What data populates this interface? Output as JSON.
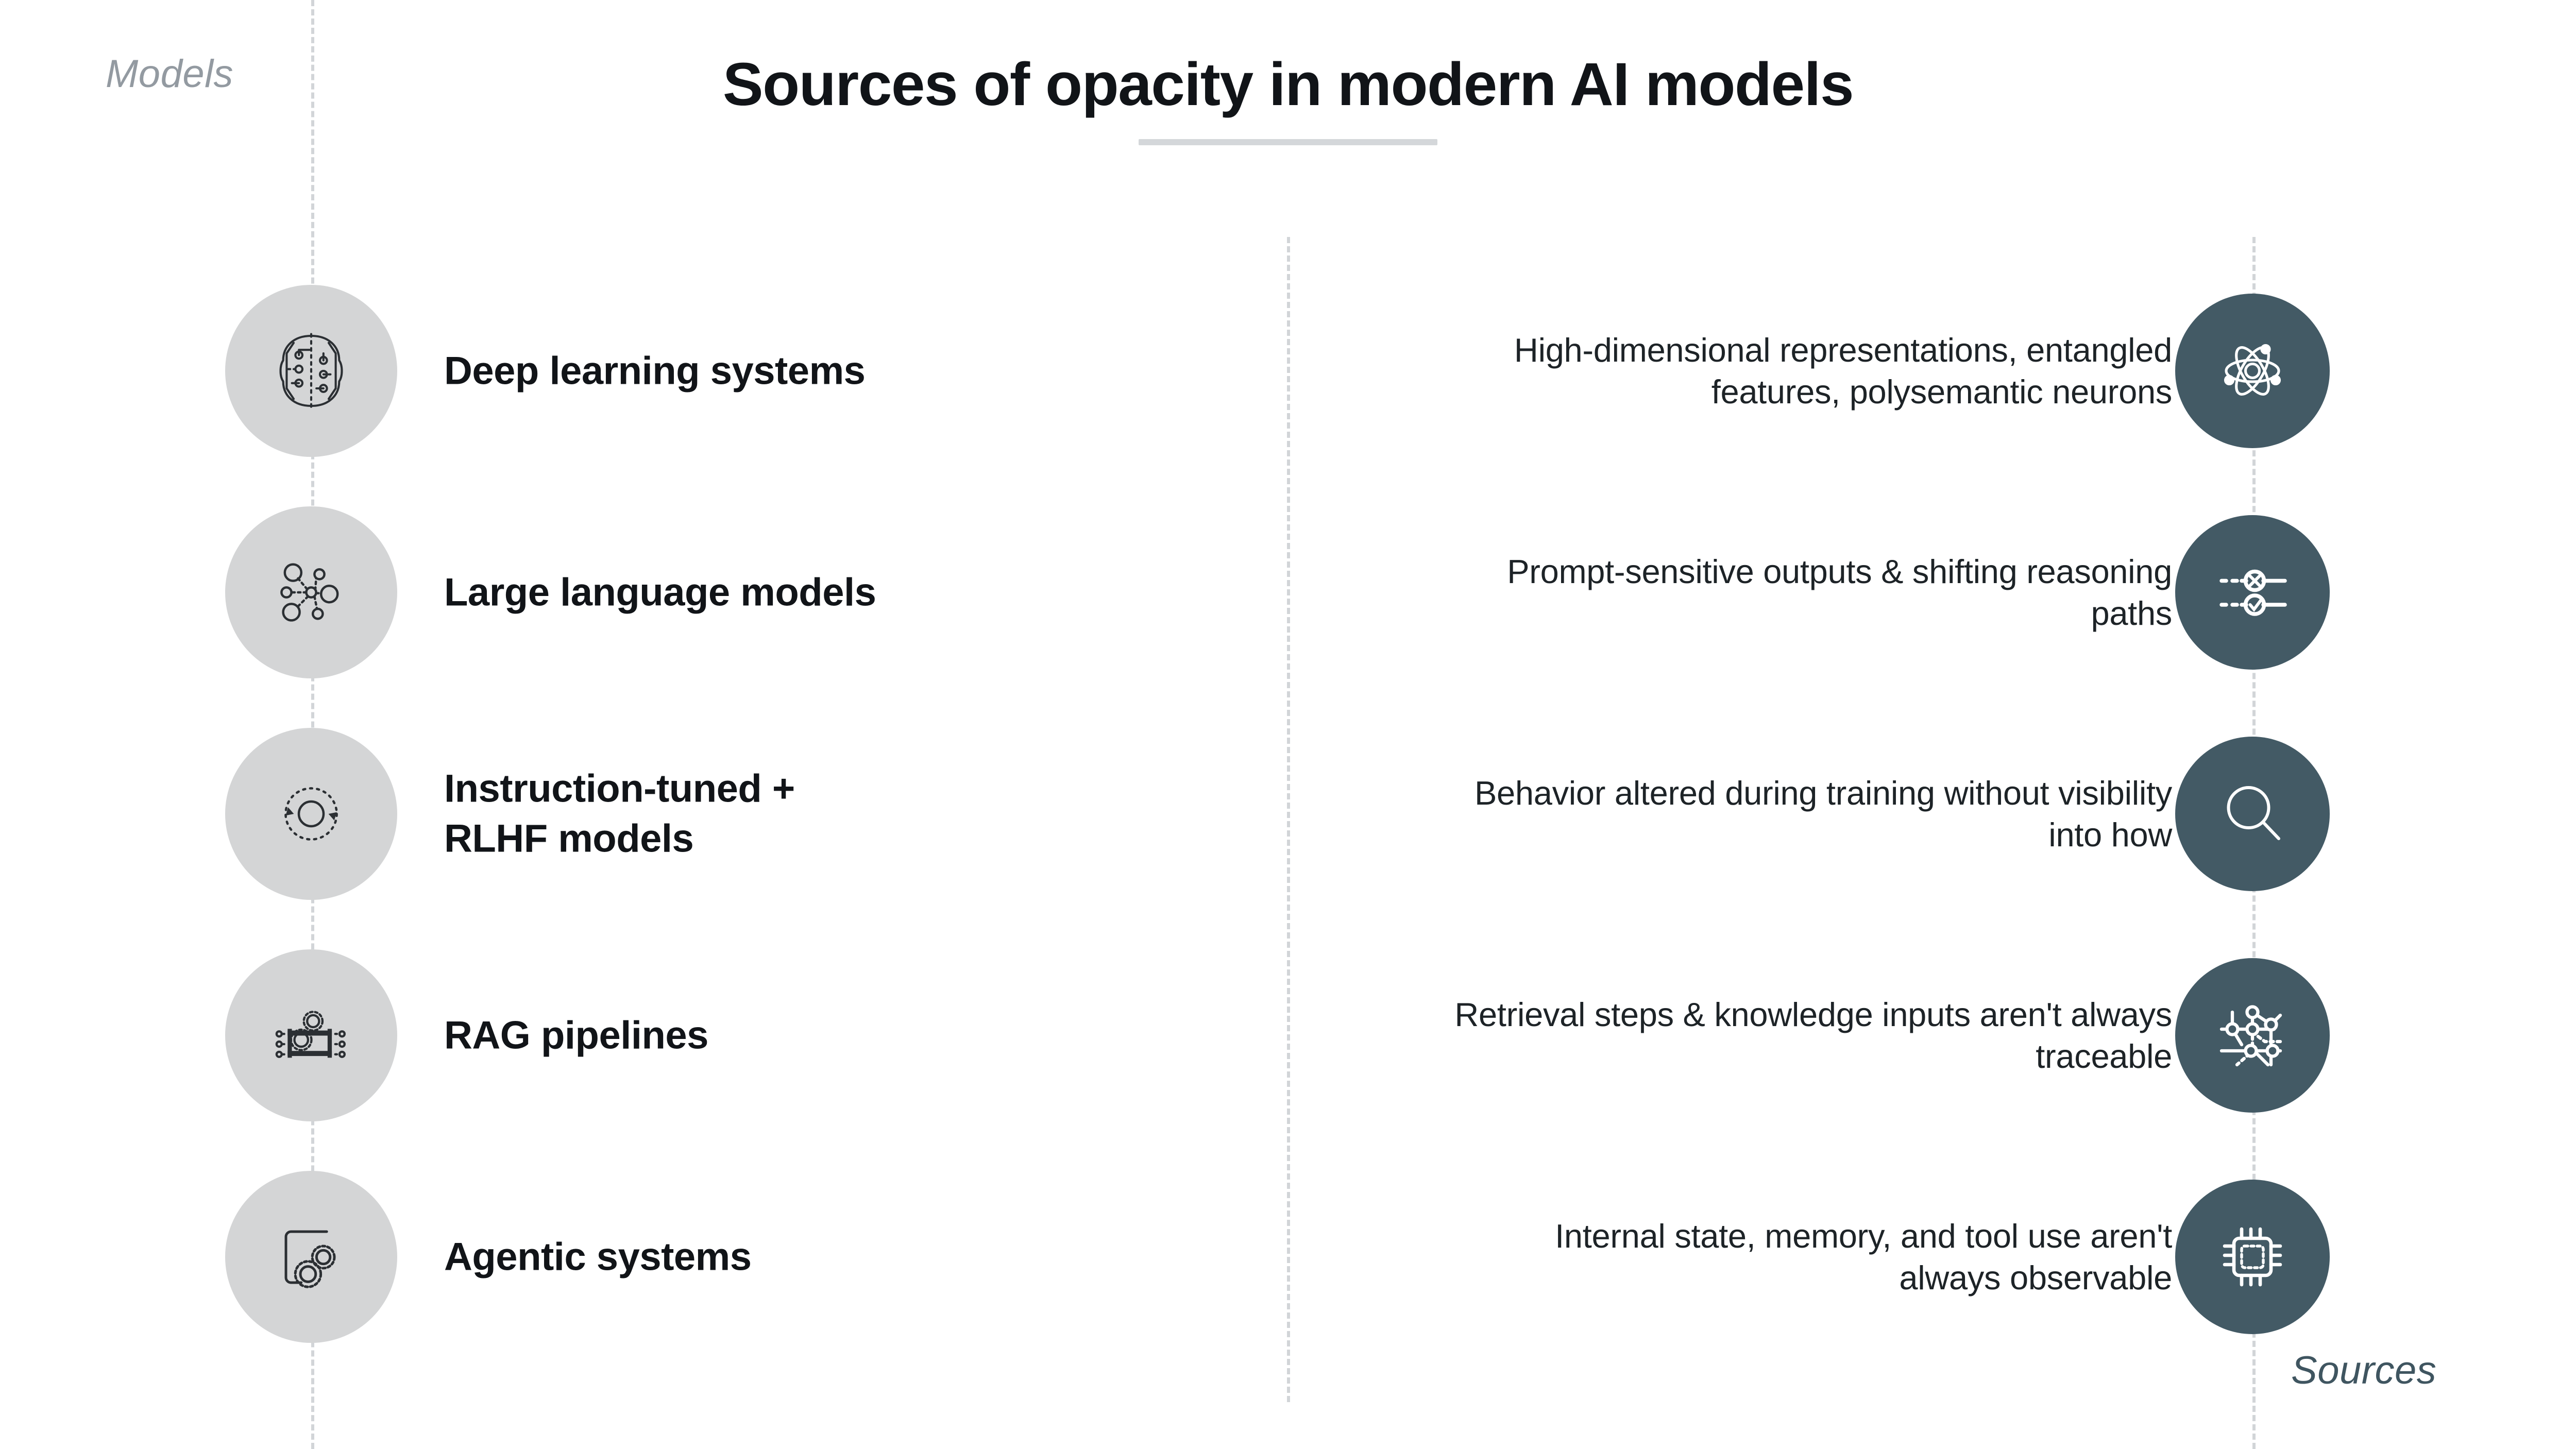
{
  "title": "Sources of opacity in modern AI models",
  "captions": {
    "left_axis": "Models",
    "right_axis": "Sources"
  },
  "colors": {
    "title_text": "#111418",
    "left_node_bg": "#d4d5d6",
    "right_node_bg": "#435a65",
    "right_node_icon": "#ffffff",
    "left_node_icon": "#2b2f33",
    "rail_dash": "#d2d5d8",
    "left_caption_text": "#939aa1",
    "right_caption_text": "#3f5560",
    "description_text": "#1d2327",
    "title_underline": "#d4d7da"
  },
  "rows": [
    {
      "model": "Deep learning systems",
      "model_icon": "brain-circuit-icon",
      "source": "High-dimensional representations, entangled features, polysemantic neurons",
      "source_icon": "atom-icon"
    },
    {
      "model": "Large language models",
      "model_icon": "node-cluster-icon",
      "source": "Prompt-sensitive outputs & shifting reasoning paths",
      "source_icon": "branching-paths-icon"
    },
    {
      "model": "Instruction-tuned +\nRLHF models",
      "model_icon": "feedback-loop-icon",
      "source": "Behavior altered during training without visibility into how",
      "source_icon": "magnifier-icon"
    },
    {
      "model": "RAG pipelines",
      "model_icon": "conveyor-gears-icon",
      "source": "Retrieval steps & knowledge inputs aren't always traceable",
      "source_icon": "network-graph-icon"
    },
    {
      "model": "Agentic systems",
      "model_icon": "device-gears-icon",
      "source": "Internal state, memory, and tool use aren't always observable",
      "source_icon": "cpu-chip-icon"
    }
  ]
}
